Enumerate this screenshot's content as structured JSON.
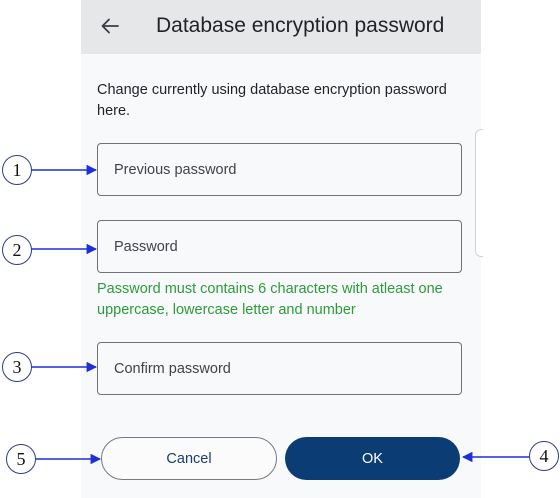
{
  "appbar": {
    "title": "Database encryption password",
    "back_icon": "arrow-left-icon"
  },
  "form": {
    "description": "Change currently using database encryption password here.",
    "previous_password": {
      "placeholder": "Previous password",
      "value": ""
    },
    "password": {
      "placeholder": "Password",
      "value": ""
    },
    "password_helper": "Password must contains 6 characters with atleast one uppercase, lowercase letter and number",
    "confirm_password": {
      "placeholder": "Confirm password",
      "value": ""
    }
  },
  "actions": {
    "cancel_label": "Cancel",
    "ok_label": "OK"
  },
  "annotations": {
    "markers": [
      "1",
      "2",
      "3",
      "4",
      "5"
    ]
  },
  "colors": {
    "appbar_bg": "#e6e7e9",
    "screen_bg": "#f8f9fb",
    "primary": "#0b3d74",
    "helper_text": "#2e9a3a",
    "annotation_arrow": "#1f2fd6"
  }
}
